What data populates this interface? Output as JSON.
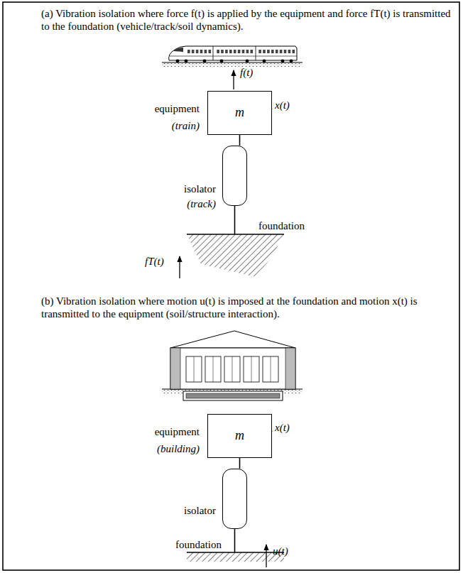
{
  "diagram": {
    "nodes": [
      {
        "text": [
          "equipment",
          "(train)",
          "m"
        ]
      },
      {
        "text": [
          "isolator",
          "(track)"
        ]
      },
      {
        "text": [
          "foundation"
        ]
      },
      {
        "text": [
          "equipment",
          "(building)",
          "m"
        ]
      },
      {
        "text": [
          "isolator"
        ]
      },
      {
        "text": [
          "foundation"
        ]
      }
    ],
    "edges": [
      {
        "from": 0,
        "to": 1,
        "arrow": "none"
      },
      {
        "from": 1,
        "to": 2,
        "arrow": "none"
      },
      {
        "from": 3,
        "to": 4,
        "arrow": "none"
      },
      {
        "from": 4,
        "to": 5,
        "arrow": "none"
      }
    ],
    "labels": [
      "(a) Vibration isolation where force f(t) is applied by the equipment and force fT(t) is transmitted to the foundation (vehicle/track/soil dynamics).",
      "f(t)",
      "x(t)",
      "fT(t)",
      "(b) Vibration isolation where motion u(t) is imposed at the foundation and motion x(t) is transmitted to the equipment (soil/structure interaction).",
      "x(t)",
      "u(t)"
    ]
  }
}
